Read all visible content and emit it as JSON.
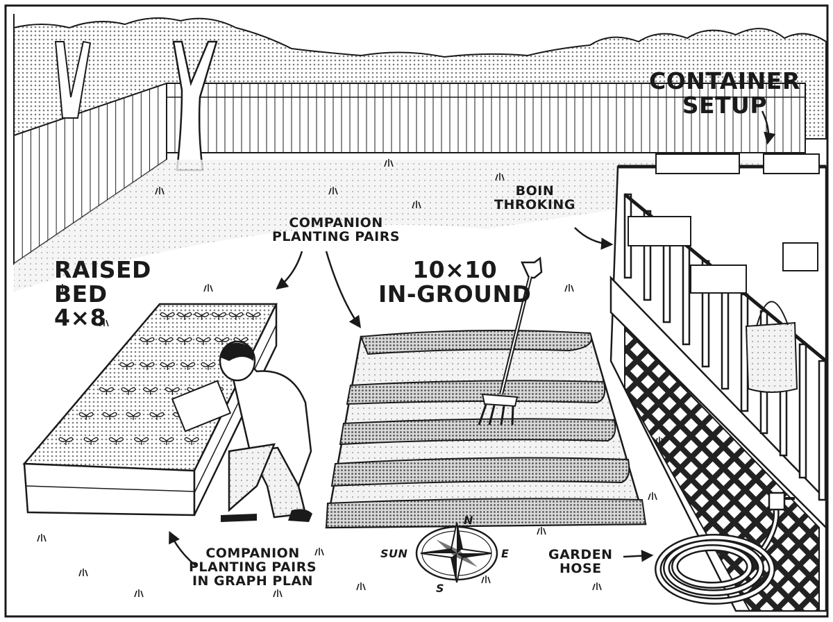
{
  "labels": {
    "container_setup": [
      "CONTAINER",
      "SETUP"
    ],
    "boin_throking": [
      "BOIN",
      "THROKING"
    ],
    "companion_top": [
      "COMPANION",
      "PLANTING PAIRS"
    ],
    "raised_bed": [
      "RAISED",
      "BED",
      "4×8"
    ],
    "in_ground": [
      "10×10",
      "IN-GROUND"
    ],
    "companion_bottom": [
      "COMPANION",
      "PLANTING PAIRS",
      "IN GRAPH PLAN"
    ],
    "garden_hose": [
      "GARDEN",
      "HOSE"
    ]
  },
  "compass": {
    "n": "N",
    "e": "E",
    "s": "S",
    "w": "SUN"
  },
  "colors": {
    "ink": "#1a1a1a",
    "paper": "#ffffff",
    "shade": "#cfcfcf",
    "mid": "#a8a8a8",
    "dark": "#6f6f6f"
  }
}
